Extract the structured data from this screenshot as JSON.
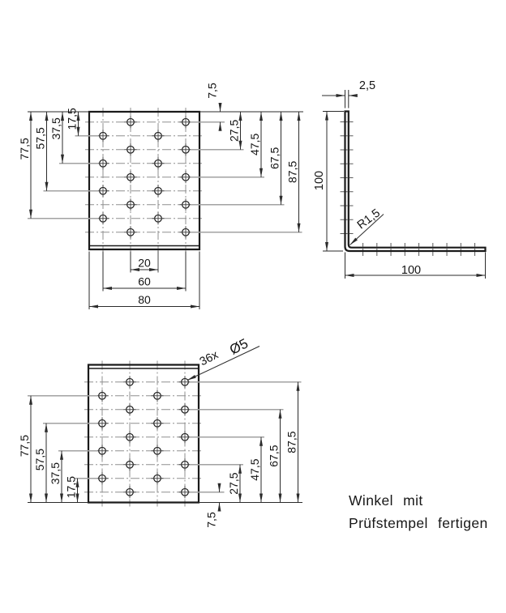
{
  "colors": {
    "outline": "#1a1a1a",
    "dim": "#2b2b2b",
    "center": "#8f8f8f",
    "ext": "#a2a2a2",
    "tick": "#5a5a5a",
    "cross": "#3d3d3d",
    "text": "#141414",
    "bg": "#ffffff"
  },
  "part": {
    "row_offsets_mm": [
      7.5,
      17.5,
      27.5,
      37.5,
      47.5,
      57.5,
      67.5,
      77.5,
      87.5
    ],
    "odd_row_columns_mm": [
      30,
      70
    ],
    "even_row_columns_mm": [
      10,
      50
    ],
    "hole_count_label": "36x",
    "hole_dia_label": "Ø5",
    "radius_label": "R1,5",
    "thickness_label": "2,5",
    "leg_height_label": "100",
    "leg_width_label": "100"
  },
  "top_view": {
    "edge_dim": {
      "label": "7,5",
      "mm": 7.5
    },
    "left_dims": [
      {
        "label": "17,5",
        "mm": 17.5
      },
      {
        "label": "37,5",
        "mm": 37.5
      },
      {
        "label": "57,5",
        "mm": 57.5
      },
      {
        "label": "77,5",
        "mm": 77.5
      }
    ],
    "right_dims": [
      {
        "label": "27,5",
        "mm": 27.5
      },
      {
        "label": "47,5",
        "mm": 47.5
      },
      {
        "label": "67,5",
        "mm": 67.5
      },
      {
        "label": "87,5",
        "mm": 87.5
      }
    ],
    "bottom_dims": [
      {
        "label": "20",
        "from_mm": 30,
        "to_mm": 50
      },
      {
        "label": "60",
        "from_mm": 10,
        "to_mm": 70
      },
      {
        "label": "80",
        "from_mm": 0,
        "to_mm": 80
      }
    ]
  },
  "bottom_view": {
    "edge_dim": {
      "label": "7,5",
      "mm": 7.5
    },
    "left_dims": [
      {
        "label": "17,5",
        "mm": 17.5
      },
      {
        "label": "37,5",
        "mm": 37.5
      },
      {
        "label": "57,5",
        "mm": 57.5
      },
      {
        "label": "77,5",
        "mm": 77.5
      }
    ],
    "right_dims": [
      {
        "label": "27,5",
        "mm": 27.5
      },
      {
        "label": "47,5",
        "mm": 47.5
      },
      {
        "label": "67,5",
        "mm": 67.5
      },
      {
        "label": "87,5",
        "mm": 87.5
      }
    ]
  },
  "title_note": {
    "line1": "Winkel mit",
    "line2": "Prüfstempel fertigen"
  }
}
